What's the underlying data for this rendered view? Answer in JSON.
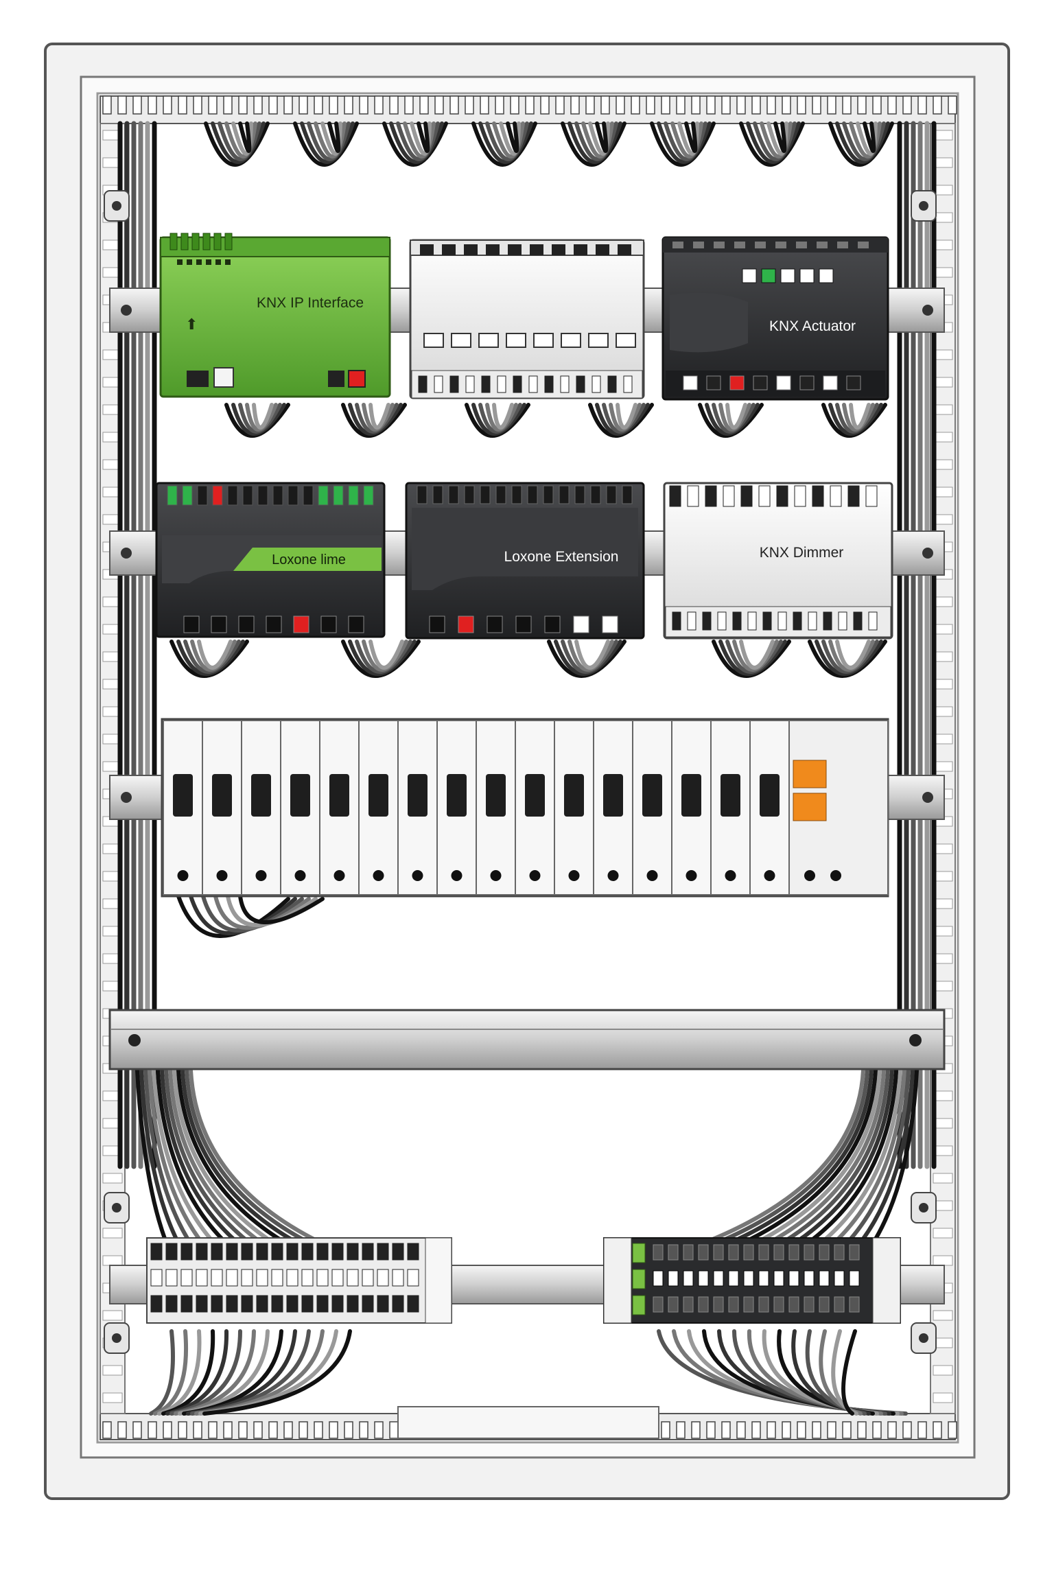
{
  "cabinet": {
    "modules": {
      "knx_ip_interface": "KNX IP Interface",
      "knx_actuator": "KNX Actuator",
      "loxone_miniserver": "Loxone lime",
      "loxone_extension": "Loxone Extension",
      "knx_dimmer": "KNX Dimmer"
    },
    "breaker_count": 16,
    "rcd_count": 1,
    "terminal_blocks": {
      "left_columns": 18,
      "right_columns": 14
    }
  },
  "colors": {
    "knx_green": "#6fbf3f",
    "loxone_green": "#7ac143",
    "module_dark": "#2e2f31",
    "module_light": "#eeeeee",
    "rcd_orange": "#f08a1c",
    "indicator_red": "#e02020",
    "indicator_green": "#2fb34a"
  }
}
